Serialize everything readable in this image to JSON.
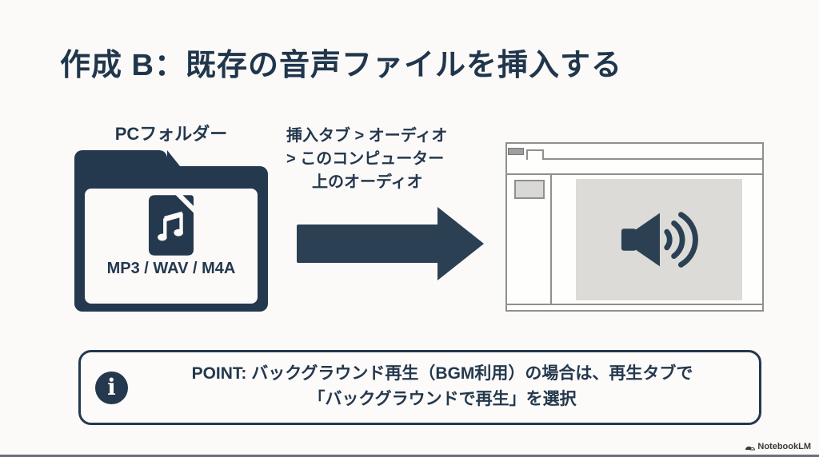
{
  "slide": {
    "title": "作成 B：既存の音声ファイルを挿入する"
  },
  "folder": {
    "label": "PCフォルダー",
    "formats": "MP3 / WAV / M4A",
    "icon": "music-file-icon"
  },
  "steps": {
    "line1": "挿入タブ > オーディオ",
    "line2": "> このコンピューター",
    "line3": "上のオーディオ"
  },
  "window": {
    "icon": "speaker-audio-icon"
  },
  "point": {
    "icon": "info-icon",
    "info_glyph": "i",
    "label_line1": "POINT: バックグラウンド再生（BGM利用）の場合は、再生タブで",
    "label_line2": "「バックグラウンドで再生」を選択"
  },
  "footer": {
    "icon": "notebooklm-logo-icon",
    "brand": "NotebookLM"
  },
  "colors": {
    "accent_navy": "#24384E",
    "arrow_navy": "#2B4053",
    "background": "#FBFAF8",
    "window_border_gray": "#8F8F8F",
    "slide_area_gray": "#DCDBD7",
    "thumbnail_gray": "#D9D8D4",
    "footer_text": "#3A3A3A"
  }
}
